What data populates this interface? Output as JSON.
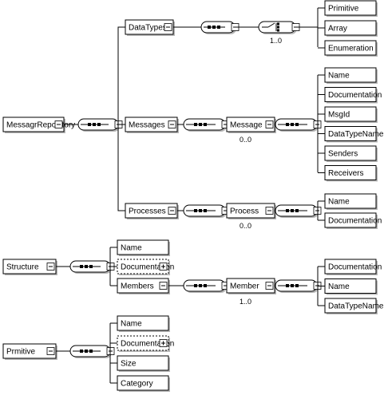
{
  "diagrams": {
    "repo": {
      "root": "MessagrRepository",
      "datatypes": {
        "label": "DataTypes",
        "cardinality": "1..0",
        "children": [
          "Primitive",
          "Array",
          "Enumeration"
        ]
      },
      "messages": {
        "label": "Messages",
        "element": "Message",
        "cardinality": "0..0",
        "children": [
          "Name",
          "Documentation",
          "MsgId",
          "DataTypeName",
          "Senders",
          "Receivers"
        ]
      },
      "processes": {
        "label": "Processes",
        "element": "Process",
        "cardinality": "0..0",
        "children": [
          "Name",
          "Documentation"
        ]
      }
    },
    "structure": {
      "root": "Structure",
      "children": [
        "Name",
        "Documentation",
        "Members"
      ],
      "member": {
        "label": "Member",
        "cardinality": "1..0",
        "children": [
          "Documentation",
          "Name",
          "DataTypeName"
        ]
      }
    },
    "primitive": {
      "root": "Prmitive",
      "children": [
        "Name",
        "Documentation",
        "Size",
        "Category"
      ]
    }
  }
}
